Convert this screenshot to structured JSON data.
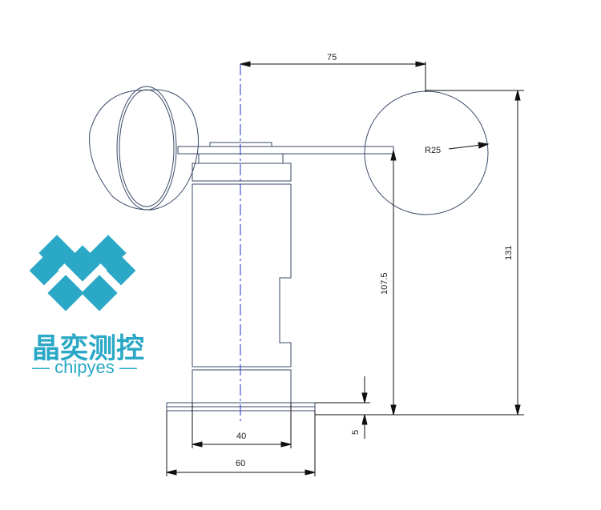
{
  "dimensions": {
    "arm_offset": "75",
    "cup_radius": "R25",
    "total_height": "131",
    "arm_height": "107.5",
    "base_thickness": "5",
    "body_width": "40",
    "base_width": "60"
  },
  "logo": {
    "chinese_name": "晶奕测控",
    "english_name": "— chipyes —",
    "color": "#2aa8c6"
  },
  "colors": {
    "outline": "#3a4a6a",
    "centerline": "#2233cc",
    "dimension": "#111111",
    "logo": "#2aa8c6"
  }
}
